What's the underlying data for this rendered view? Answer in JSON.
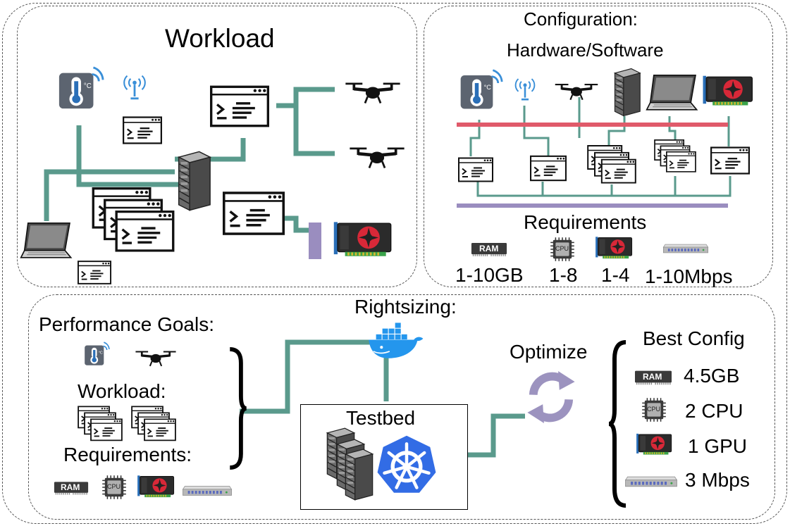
{
  "workload_panel": {
    "title": "Workload"
  },
  "config_panel": {
    "title_line1": "Configuration:",
    "title_line2": "Hardware/Software",
    "requirements_title": "Requirements",
    "requirements": [
      {
        "icon": "ram-icon",
        "chip_label": "RAM",
        "range": "1-10GB"
      },
      {
        "icon": "cpu-icon",
        "chip_label": "CPU",
        "range": "1-8"
      },
      {
        "icon": "gpu-icon",
        "range": "1-4"
      },
      {
        "icon": "network-switch-icon",
        "range": "1-10Mbps"
      }
    ]
  },
  "rightsizing_panel": {
    "title": "Rightsizing:",
    "performance_goals_label": "Performance Goals:",
    "workload_label": "Workload:",
    "requirements_label": "Requirements:",
    "testbed_label": "Testbed",
    "optimize_label": "Optimize",
    "best_config_title": "Best Config",
    "best_config": [
      {
        "icon": "ram-icon",
        "chip_label": "RAM",
        "value": "4.5GB"
      },
      {
        "icon": "cpu-icon",
        "chip_label": "CPU",
        "value": "2 CPU"
      },
      {
        "icon": "gpu-icon",
        "value": "1 GPU"
      },
      {
        "icon": "network-switch-icon",
        "value": "3 Mbps"
      }
    ]
  },
  "colors": {
    "connector": "#5a9a8c",
    "hardware_bus": "#e05a6a",
    "software_bus": "#9a8dbf",
    "optimize_arrows": "#9c93bf",
    "docker_blue": "#2496ed",
    "kubernetes_blue": "#326ce5"
  }
}
